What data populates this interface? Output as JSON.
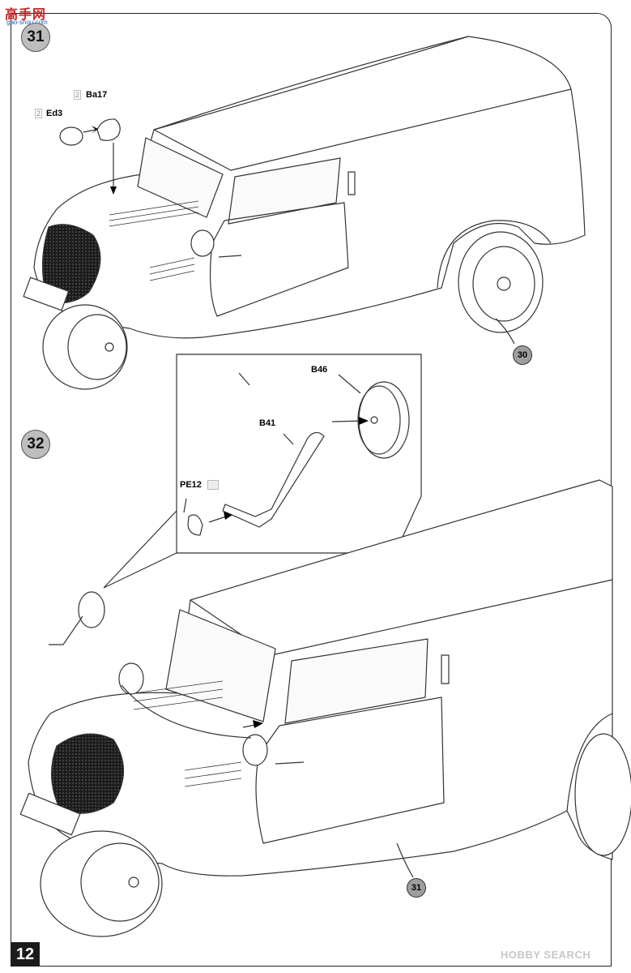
{
  "site": {
    "logo_text": "高手网",
    "url_text": "gao-shou.com"
  },
  "steps": [
    {
      "number": "31",
      "parts": [
        {
          "code": "Ba17",
          "qty": "2"
        },
        {
          "code": "Ed3",
          "qty": "2"
        }
      ],
      "callout": "30"
    },
    {
      "number": "32",
      "parts": [
        {
          "code": "B46"
        },
        {
          "code": "B41"
        },
        {
          "code": "PE12"
        }
      ],
      "callout": "31"
    }
  ],
  "page_number": "12",
  "watermark": "HOBBY SEARCH"
}
